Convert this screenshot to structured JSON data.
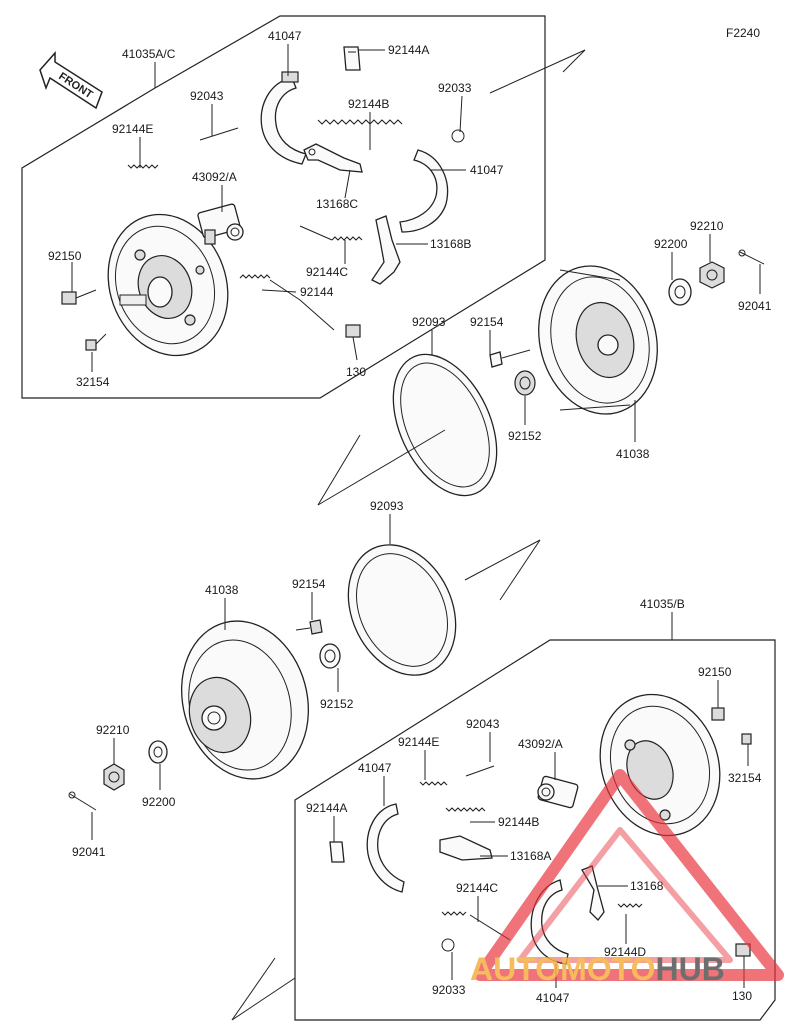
{
  "figure_code": "F2240",
  "front_label": "FRONT",
  "brand": {
    "text_auto": "AUTO",
    "text_moto": "MOTO",
    "text_hub": "HUB",
    "color_orange": "#f5b041",
    "color_red": "#e8323c",
    "color_gray": "#555555"
  },
  "labels": {
    "top": {
      "assy": "41035A/C",
      "shoe_a": "41047",
      "clip_a": "92144A",
      "pin": "92043",
      "spring_b": "92144B",
      "clip_ring": "92033",
      "spring_e": "92144E",
      "cylinder": "43092/A",
      "shoe_b": "41047",
      "lever_c": "13168C",
      "lever_b": "13168B",
      "bolt": "92150",
      "spring_c": "92144C",
      "spring": "92144",
      "bleeder": "32154",
      "bolt_130": "130"
    },
    "middle": {
      "ring_top": "92093",
      "bolt_top": "92154",
      "washer_top": "92200",
      "nut_top": "92210",
      "cotter_top": "92041",
      "seal_top": "92152",
      "drum_top": "41038",
      "ring_bottom": "92093",
      "drum_bottom": "41038",
      "bolt_bottom": "92154",
      "seal_bottom": "92152",
      "nut_bottom": "92210",
      "washer_bottom": "92200",
      "cotter_bottom": "92041"
    },
    "bottom": {
      "assy": "41035/B",
      "bolt": "92150",
      "pin": "92043",
      "spring_e": "92144E",
      "cylinder": "43092/A",
      "bleeder": "32154",
      "shoe_a": "41047",
      "clip_a": "92144A",
      "spring_b": "92144B",
      "lever_a": "13168A",
      "spring_c": "92144C",
      "lever": "13168",
      "spring_d": "92144D",
      "clip_ring": "92033",
      "shoe_b": "41047",
      "bolt_130": "130"
    }
  }
}
